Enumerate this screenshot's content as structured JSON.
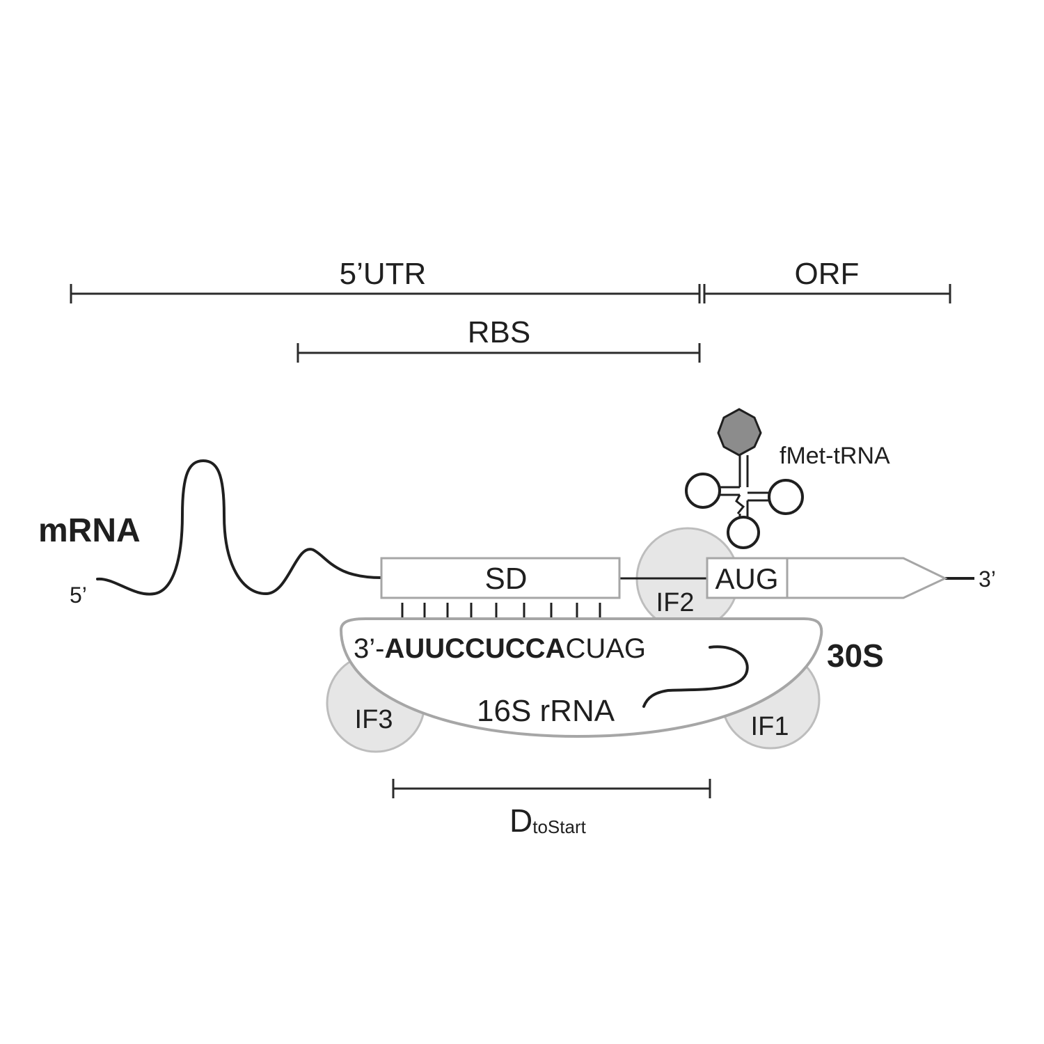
{
  "ranges": {
    "utr5": "5’UTR",
    "orf": "ORF",
    "rbs": "RBS",
    "dist_main": "D",
    "dist_sub": "toStart"
  },
  "mrna": {
    "label": "mRNA",
    "end5": "5’",
    "end3": "3’"
  },
  "boxes": {
    "sd": "SD",
    "aug": "AUG"
  },
  "factors": {
    "if1": "IF1",
    "if2": "IF2",
    "if3": "IF3"
  },
  "ribosome": {
    "label": "30S",
    "prefix": "3’-",
    "sd_complement": "AUUCCUCCA",
    "tail": "CUAG",
    "rrna": "16S rRNA"
  },
  "trna": {
    "label": "fMet-tRNA"
  },
  "colors": {
    "line": "#1f1f1f",
    "box_outline": "#a6a6a6",
    "factor_fill": "#e6e6e6",
    "factor_outline": "#bdbdbd",
    "hexagon_fill": "#8c8c8c"
  }
}
